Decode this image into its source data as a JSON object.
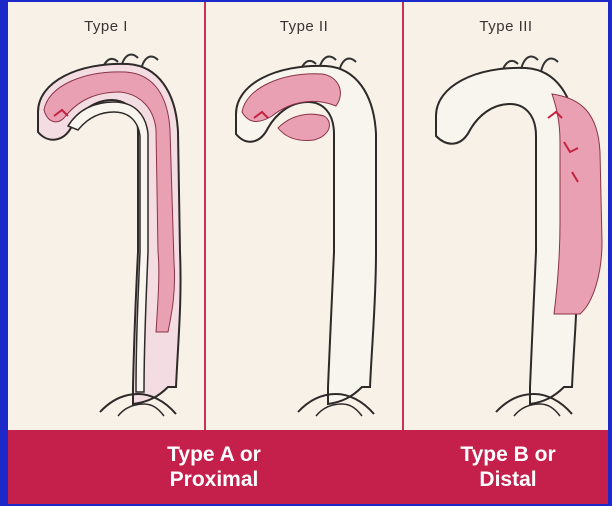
{
  "panels": [
    {
      "title": "Type I"
    },
    {
      "title": "Type II"
    },
    {
      "title": "Type III"
    }
  ],
  "banner": {
    "left": "Type A or\nProximal",
    "right": "Type B or\nDistal"
  },
  "colors": {
    "background": "#1d28c8",
    "accent": "#c5204c",
    "dissection": "#e9a0b2"
  }
}
